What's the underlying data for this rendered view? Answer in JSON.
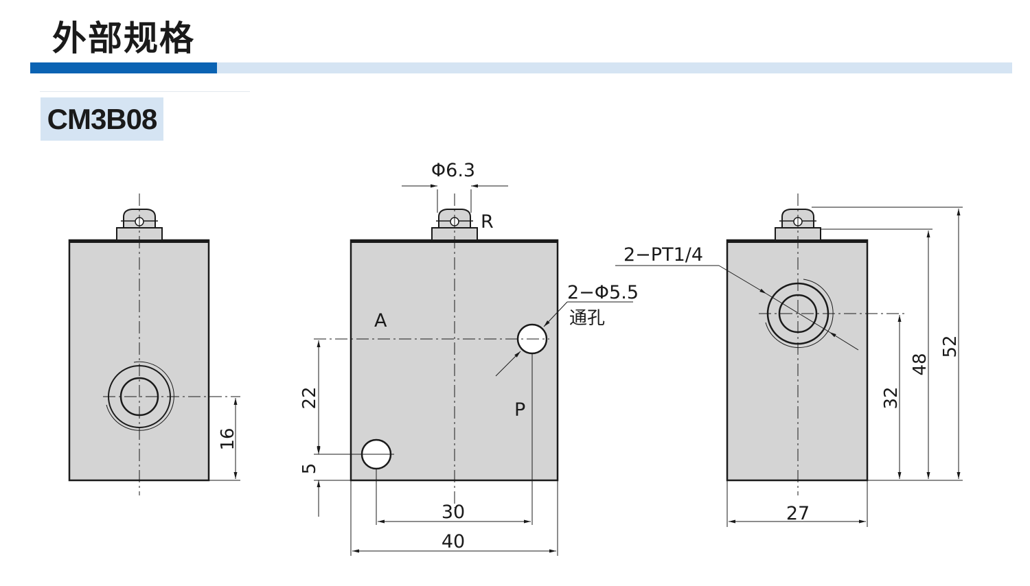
{
  "header": {
    "section_title": "外部规格",
    "accent_color": "#0b63b3",
    "accent_light_color": "#d5e4f3"
  },
  "model": {
    "label": "CM3B08"
  },
  "drawing": {
    "body_color": "#d4d4d4",
    "line_color": "#1a1a1a",
    "left_view": {
      "dim_port_height": "16"
    },
    "front_view": {
      "dim_exhaust_dia": "Φ6.3",
      "label_r": "R",
      "label_a": "A",
      "label_p": "P",
      "dim_hole_callout": "2−Φ5.5",
      "dim_hole_note": "通孔",
      "dim_22": "22",
      "dim_5": "5",
      "dim_30": "30",
      "dim_40": "40"
    },
    "right_view": {
      "dim_port_thread": "2−PT1/4",
      "dim_32": "32",
      "dim_48": "48",
      "dim_52": "52",
      "dim_27": "27"
    }
  }
}
